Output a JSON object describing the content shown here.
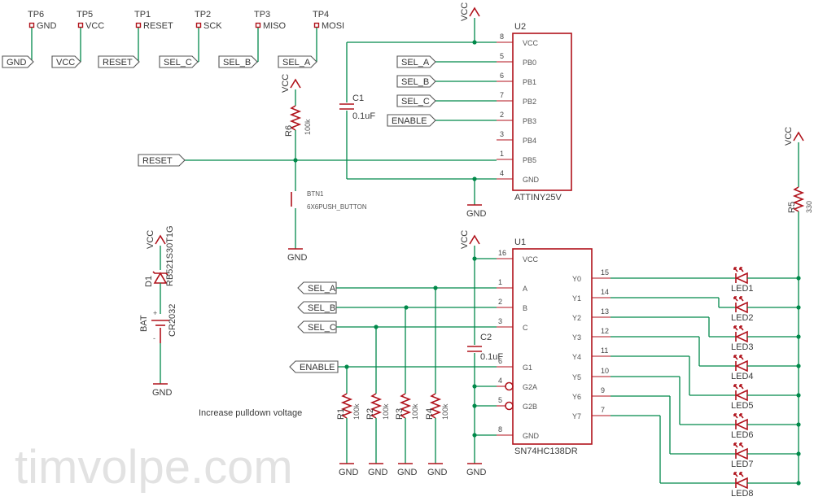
{
  "test_points": [
    {
      "ref": "TP6",
      "net": "GND"
    },
    {
      "ref": "TP5",
      "net": "VCC"
    },
    {
      "ref": "TP1",
      "net": "RESET"
    },
    {
      "ref": "TP2",
      "net": "SCK"
    },
    {
      "ref": "TP3",
      "net": "MISO"
    },
    {
      "ref": "TP4",
      "net": "MOSI"
    }
  ],
  "tp_net_labels": [
    "GND",
    "VCC",
    "RESET",
    "SEL_C",
    "SEL_B",
    "SEL_A"
  ],
  "u2": {
    "ref": "U2",
    "part": "ATTINY25V",
    "pins": [
      {
        "num": "8",
        "name": "VCC"
      },
      {
        "num": "5",
        "name": "PB0"
      },
      {
        "num": "6",
        "name": "PB1"
      },
      {
        "num": "7",
        "name": "PB2"
      },
      {
        "num": "2",
        "name": "PB3"
      },
      {
        "num": "3",
        "name": "PB4"
      },
      {
        "num": "1",
        "name": "PB5"
      },
      {
        "num": "4",
        "name": "GND"
      }
    ],
    "nets": [
      "SEL_A",
      "SEL_B",
      "SEL_C",
      "ENABLE"
    ]
  },
  "u1": {
    "ref": "U1",
    "part": "SN74HC138DR",
    "left_pins": [
      {
        "num": "16",
        "name": "VCC"
      },
      {
        "num": "1",
        "name": "A"
      },
      {
        "num": "2",
        "name": "B"
      },
      {
        "num": "3",
        "name": "C"
      },
      {
        "num": "6",
        "name": "G1"
      },
      {
        "num": "4",
        "name": "G2A"
      },
      {
        "num": "5",
        "name": "G2B"
      },
      {
        "num": "8",
        "name": "GND"
      }
    ],
    "right_pins": [
      {
        "num": "15",
        "name": "Y0"
      },
      {
        "num": "14",
        "name": "Y1"
      },
      {
        "num": "13",
        "name": "Y2"
      },
      {
        "num": "12",
        "name": "Y3"
      },
      {
        "num": "11",
        "name": "Y4"
      },
      {
        "num": "10",
        "name": "Y5"
      },
      {
        "num": "9",
        "name": "Y6"
      },
      {
        "num": "7",
        "name": "Y7"
      }
    ],
    "nets": [
      "SEL_A",
      "SEL_B",
      "SEL_C",
      "ENABLE"
    ]
  },
  "leds": [
    "LED1",
    "LED2",
    "LED3",
    "LED4",
    "LED5",
    "LED6",
    "LED7",
    "LED8"
  ],
  "power": {
    "vcc": "VCC",
    "gnd": "GND"
  },
  "reset_net": "RESET",
  "c1": {
    "ref": "C1",
    "value": "0.1uF"
  },
  "c2": {
    "ref": "C2",
    "value": "0.1uF"
  },
  "r6": {
    "ref": "R6",
    "value": "100k"
  },
  "r5": {
    "ref": "R5",
    "value": "330"
  },
  "pulldowns": [
    {
      "ref": "R1",
      "value": "100k"
    },
    {
      "ref": "R2",
      "value": "100k"
    },
    {
      "ref": "R3",
      "value": "100k"
    },
    {
      "ref": "R4",
      "value": "100k"
    }
  ],
  "btn1": {
    "ref": "BTN1",
    "value": "6X6PUSH_BUTTON"
  },
  "d1": {
    "ref": "D1",
    "value": "RB521S30T1G"
  },
  "bat": {
    "ref": "BAT",
    "value": "CR2032",
    "plus": "+",
    "minus": "-"
  },
  "note": "Increase pulldown voltage",
  "watermark": "timvolpe.com",
  "colors": {
    "wire": "#00894a",
    "part": "#b0121b",
    "text": "#3a3a3a",
    "watermark": "#e2e2e2"
  }
}
